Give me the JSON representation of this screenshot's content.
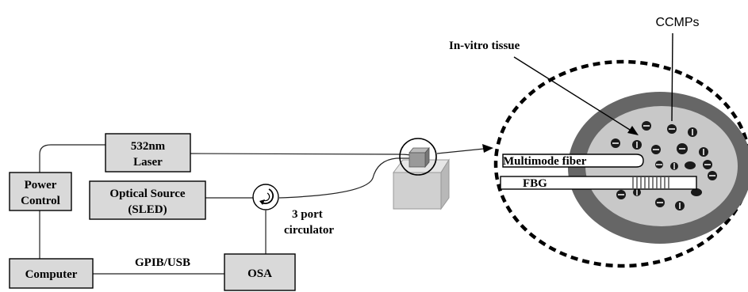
{
  "blocks": {
    "laser": [
      "532nm",
      "Laser"
    ],
    "power_control": [
      "Power",
      "Control"
    ],
    "optical_source": [
      "Optical Source",
      "(SLED)"
    ],
    "computer": "Computer",
    "osa": "OSA"
  },
  "labels": {
    "gpib_usb": "GPIB/USB",
    "circulator": [
      "3 port",
      "circulator"
    ],
    "in_vitro_tissue": "In-vitro tissue",
    "ccmps": "CCMPs",
    "multimode_fiber": "Multimode fiber",
    "fbg": "FBG"
  },
  "colors": {
    "block_fill": "#d9d9d9",
    "tissue_outer": "#666666",
    "tissue_inner": "#c8c8c8",
    "stage_front": "#d0d0d0",
    "stage_top": "#e6e6e6",
    "stage_side": "#b8b8b8"
  }
}
